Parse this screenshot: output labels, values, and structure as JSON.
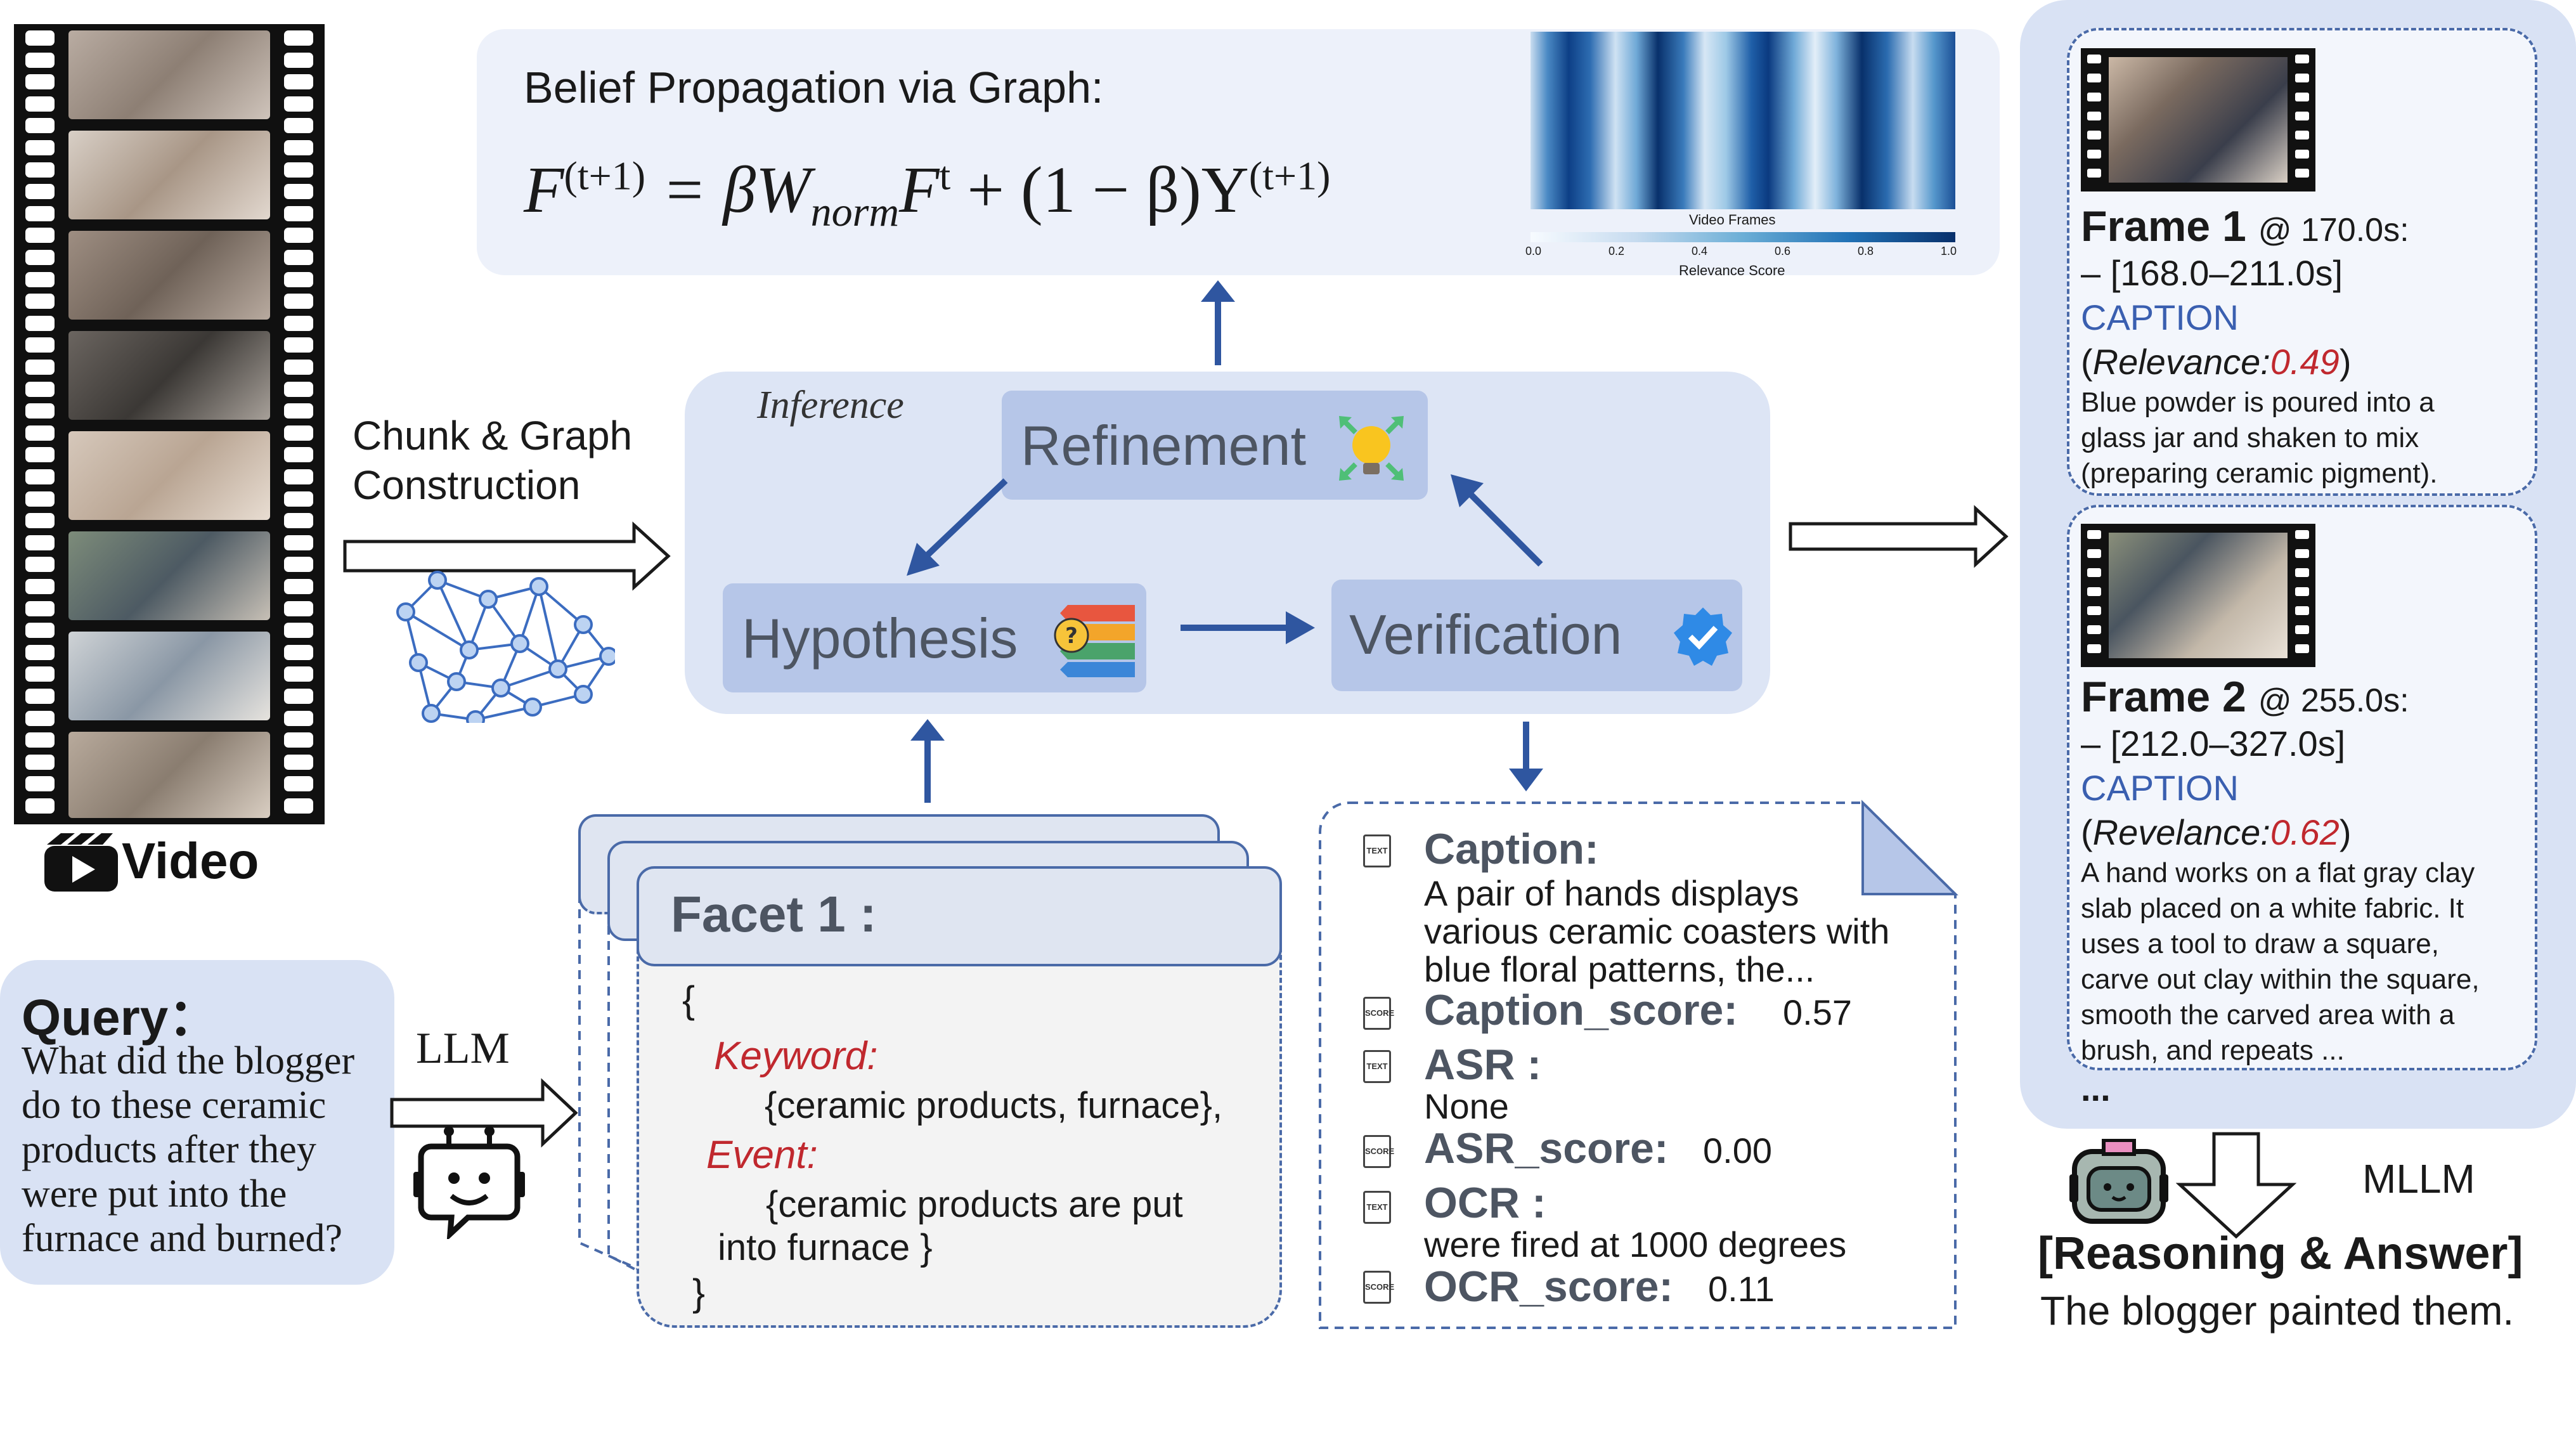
{
  "video_label": "Video",
  "chunk_graph_label": [
    "Chunk & Graph",
    "Construction"
  ],
  "belief": {
    "title": "Belief Propagation via Graph:",
    "formula_lhs": "F",
    "formula_lhs_sup": "(t+1)",
    "formula_eq": " = βW",
    "formula_sub": "norm",
    "formula_ft": "F",
    "formula_ft_sup": "t",
    "formula_rest": " + (1 − β)Y",
    "formula_rest_sup": "(t+1)",
    "heatmap_xlabel": "Video Frames",
    "heatmap_cbar_label": "Relevance Score",
    "heatmap_ticks": [
      "0.0",
      "0.2",
      "0.4",
      "0.6",
      "0.8",
      "1.0"
    ]
  },
  "inference": {
    "label": "Inference",
    "refinement": "Refinement",
    "hypothesis": "Hypothesis",
    "verification": "Verification"
  },
  "query": {
    "title": "Query：",
    "text_lines": [
      "What did the blogger",
      "do to these ceramic",
      "products after they",
      "were put into the",
      "furnace and burned?"
    ]
  },
  "llm_label": "LLM",
  "facet": {
    "title": "Facet 1 :",
    "open_brace": "{",
    "keyword_key": "Keyword:",
    "keyword_val": "{ceramic products, furnace},",
    "event_key": "Event:",
    "event_val_1": "{ceramic products are put",
    "event_val_2": "into furnace }",
    "close_brace": "}"
  },
  "evidence": {
    "caption_key": "Caption:",
    "caption_val": [
      "A pair of hands displays",
      "various ceramic coasters with",
      "blue floral patterns, the..."
    ],
    "caption_score_key": "Caption_score:",
    "caption_score_val": "0.57",
    "asr_key": "ASR :",
    "asr_val": "None",
    "asr_score_key": "ASR_score:",
    "asr_score_val": "0.00",
    "ocr_key": "OCR :",
    "ocr_val": "were fired at 1000 degrees",
    "ocr_score_key": "OCR_score:",
    "ocr_score_val": "0.11",
    "icon_text": "TEXT",
    "icon_score": "SCORE"
  },
  "frames": [
    {
      "title": "Frame 1",
      "time": "@ 170.0s:",
      "range": "– [168.0–211.0s]",
      "caption_label": "CAPTION",
      "rel_key": "Relevance:",
      "rel_val": "0.49",
      "desc": [
        "Blue powder is poured into a",
        "glass jar and shaken to mix",
        "(preparing ceramic pigment)."
      ]
    },
    {
      "title": "Frame 2",
      "time": "@ 255.0s:",
      "range": "– [212.0–327.0s]",
      "caption_label": "CAPTION",
      "rel_key": "Revelance:",
      "rel_val": "0.62",
      "desc": [
        "A hand works on a flat gray clay",
        "slab placed on a white fabric. It",
        "uses a tool to draw a square,",
        "carve out clay within the square,",
        "smooth the carved area with a",
        "brush, and repeats ..."
      ]
    }
  ],
  "ellipsis": "...",
  "mllm_label": "MLLM",
  "answer_title": "[Reasoning & Answer]",
  "answer_text": "The blogger painted them.",
  "colors": {
    "arrow_blue": "#2f56a0",
    "panel_light": "#edf1fa",
    "panel_mid": "#dde5f5",
    "node": "#b6c6e8",
    "dashed": "#4a6aa8",
    "red": "#c0282e",
    "caption_blue": "#3a5fb0"
  }
}
